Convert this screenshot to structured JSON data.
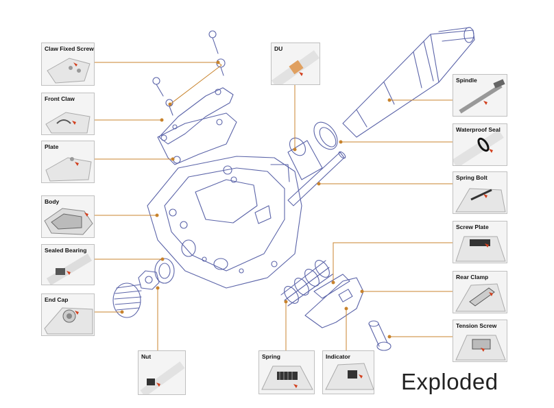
{
  "title": "Exploded",
  "colors": {
    "line": "#c8832c",
    "part": "#5a63a8",
    "marker": "#d2401e"
  },
  "parts": {
    "claw_fixed_screw": "Claw Fixed Screw",
    "front_claw": "Front Claw",
    "plate": "Plate",
    "body": "Body",
    "sealed_bearing": "Sealed Bearing",
    "end_cap": "End Cap",
    "nut": "Nut",
    "spring": "Spring",
    "indicator": "Indicator",
    "du": "DU",
    "spindle": "Spindle",
    "waterproof_seal": "Waterproof Seal",
    "spring_bolt": "Spring Bolt",
    "screw_plate": "Screw Plate",
    "rear_clamp": "Rear Clamp",
    "tension_screw": "Tension Screw"
  }
}
